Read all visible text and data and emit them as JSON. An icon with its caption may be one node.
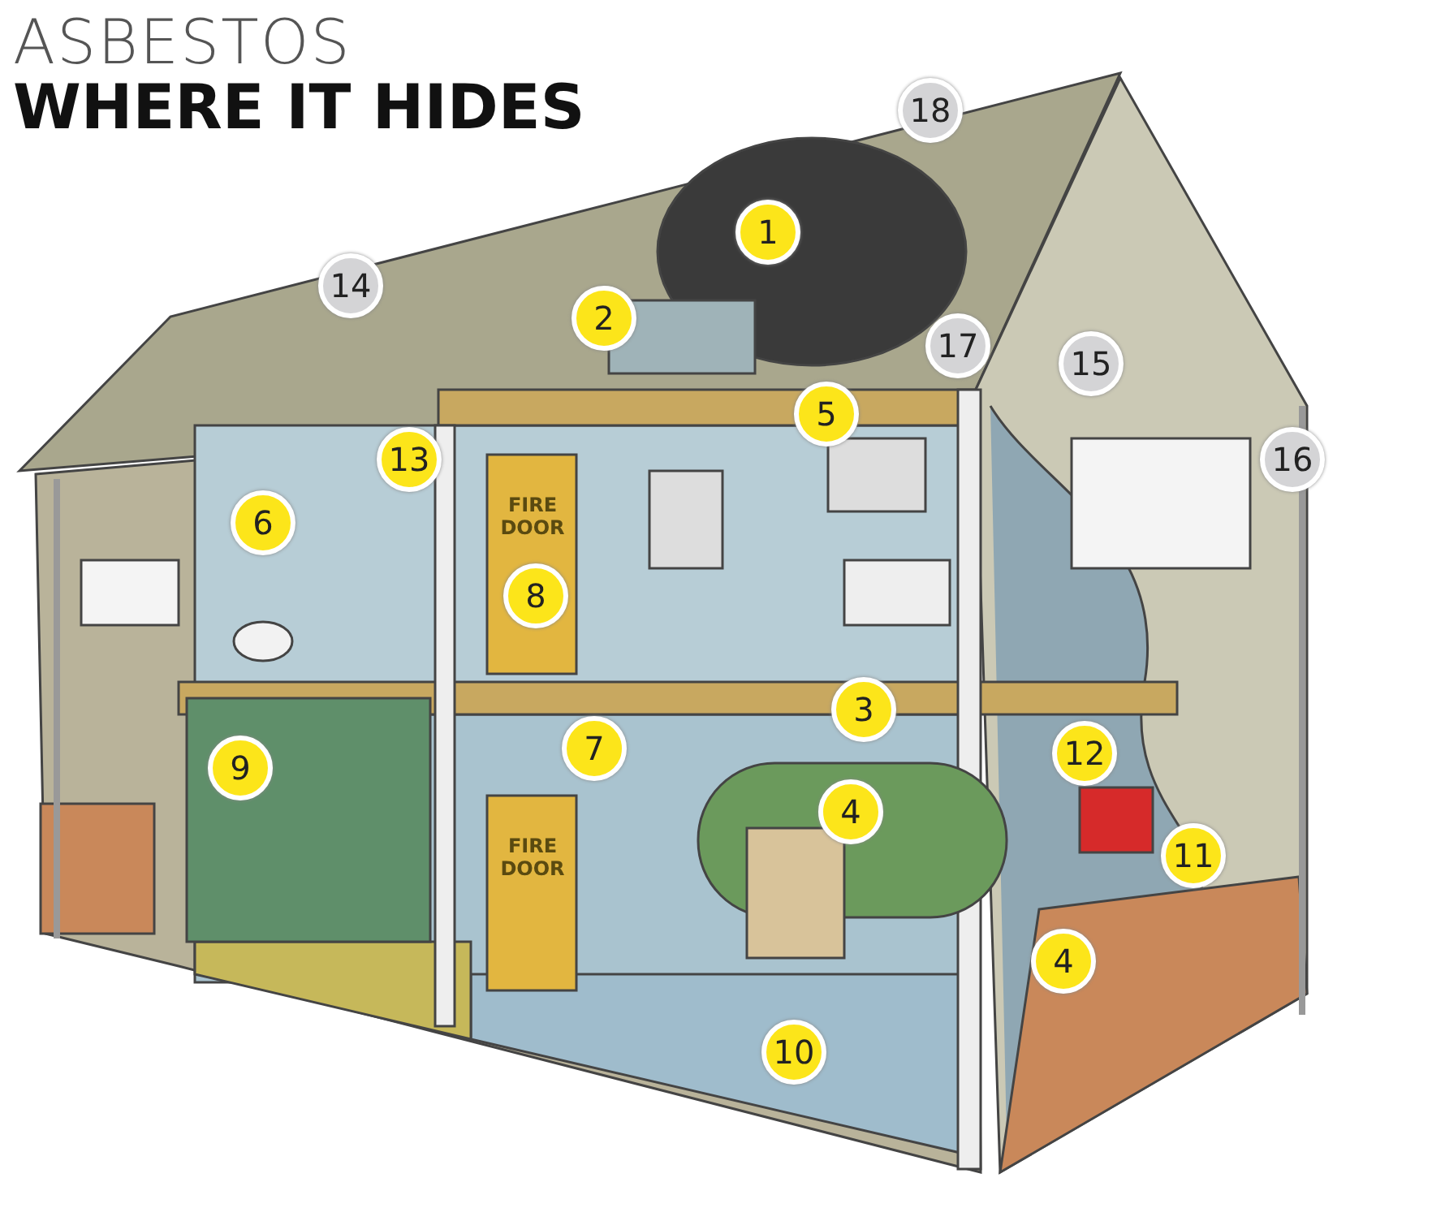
{
  "diagram": {
    "title": "ASBESTOS **WHERE IT HIDES**",
    "labels": [
      "18",
      "1",
      "14",
      "2",
      "17",
      "15",
      "5",
      "16",
      "13",
      "6",
      "FIRE DOOR",
      "8",
      "3",
      "7",
      "12",
      "9",
      "4",
      "FIRE DOOR",
      "11",
      "4",
      "10"
    ]
  }
}
